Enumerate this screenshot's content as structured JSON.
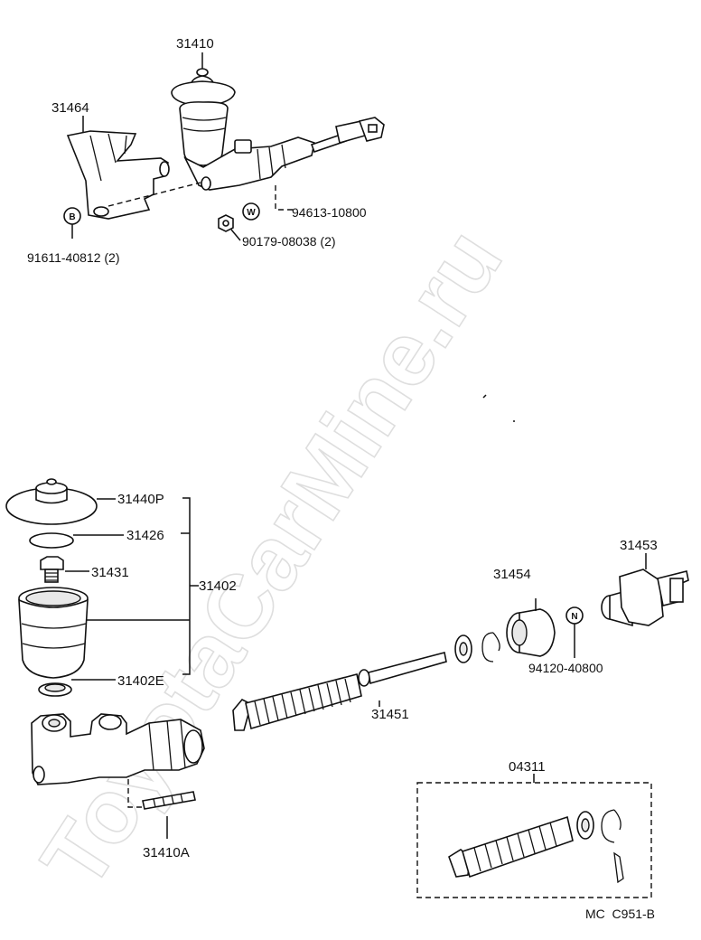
{
  "watermark": "ToyotaCarMine.ru",
  "footer_code": "MC  C951-B",
  "markers": {
    "bolt": "B",
    "washer": "W",
    "nut": "N"
  },
  "upper_assembly": {
    "master_cylinder": "31410",
    "bracket": "31464",
    "bolt": "91611-40812 (2)",
    "washer": "94613-10800",
    "nut": "90179-08038 (2)"
  },
  "lower_assembly": {
    "cap": "31440P",
    "diaphragm": "31426",
    "strainer": "31431",
    "reservoir_kit": "31402",
    "grommet": "31402E",
    "stud": "31410A",
    "piston": "31451",
    "boot": "31454",
    "clevis": "31453",
    "clevis_nut": "94120-40800",
    "repair_kit": "04311"
  }
}
